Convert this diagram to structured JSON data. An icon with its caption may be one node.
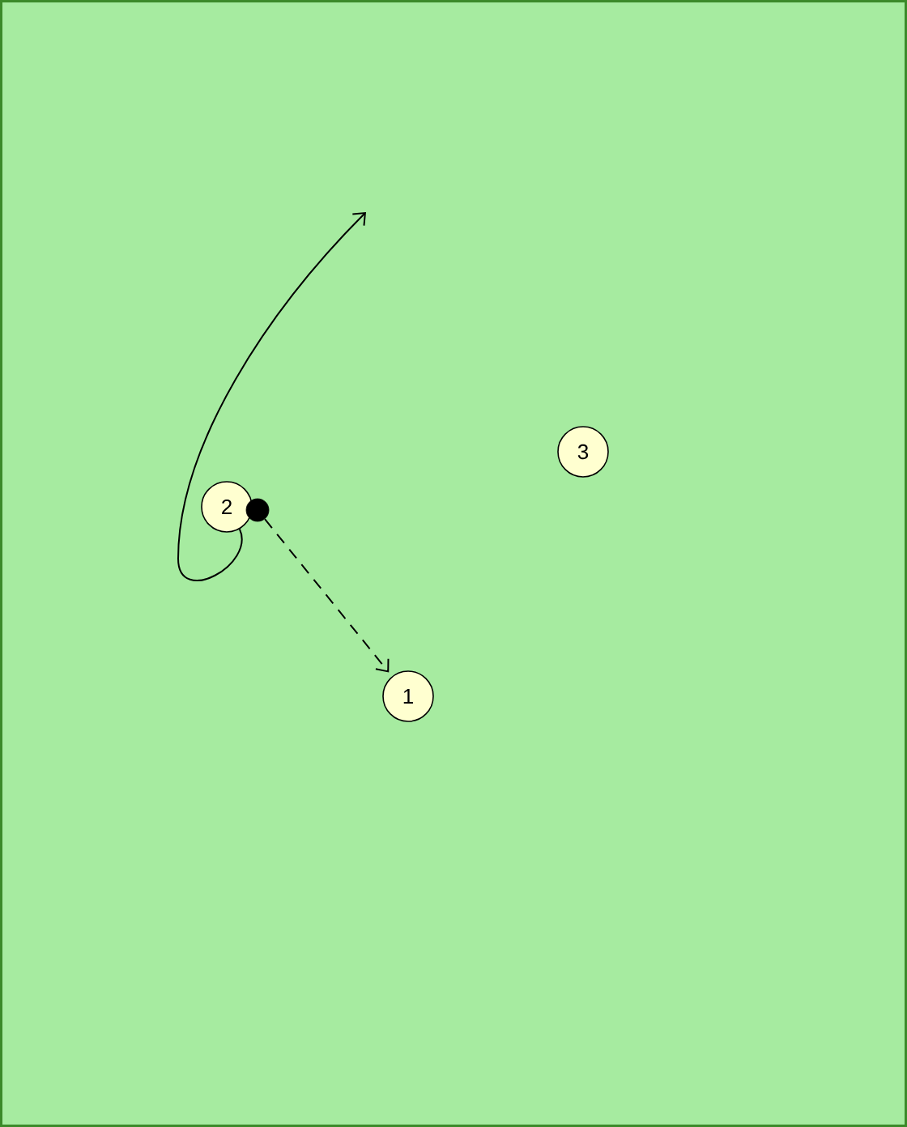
{
  "diagram": {
    "nodes": [
      {
        "text": [
          "3"
        ]
      },
      {
        "text": [
          "2"
        ]
      },
      {
        "text": [],
        "shape": "circle"
      },
      {
        "text": [
          "1"
        ]
      }
    ],
    "edges": [
      {
        "from": 1,
        "to": null,
        "arrow": "to"
      },
      {
        "from": 2,
        "to": 3,
        "arrow": "to",
        "style": "dashed"
      }
    ]
  }
}
